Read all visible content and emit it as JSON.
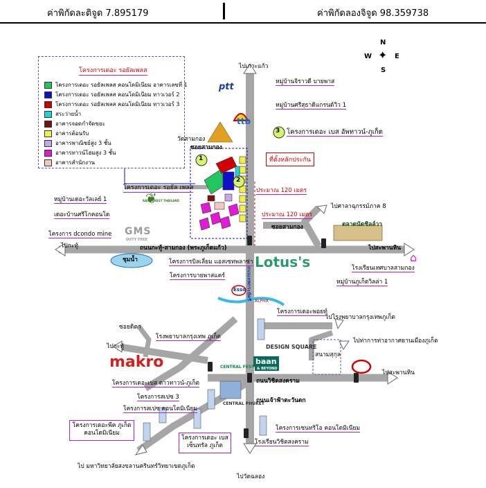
{
  "header": {
    "lat": "ค่าพิกัดละติจูด 7.895179",
    "lon": "ค่าพิกัดลองจิจูด 98.359738"
  },
  "compass": {
    "n": "N",
    "s": "S",
    "e": "E",
    "w": "W"
  },
  "legend": {
    "title": "โครงการเดอะ รอยัลเพลส",
    "items": [
      {
        "color": "#22c55e",
        "label": "โครงการเดอะ รอยัลเพลส คอนโดมิเนียม อาคารเลขที่ 1"
      },
      {
        "color": "#1010c8",
        "label": "โครงการเดอะ รอยัลเพลส คอนโดมิเนียม ทาวเวอร์ 2"
      },
      {
        "color": "#d00000",
        "label": "โครงการเดอะ รอยัลเพลส คอนโดมิเนียม ทาวเวอร์ 3"
      },
      {
        "color": "#22d3d3",
        "label": "สระว่ายน้ำ"
      },
      {
        "color": "#7a1010",
        "label": "อาคารจอดกำจัดขยะ"
      },
      {
        "color": "#f2ee4a",
        "label": "อาคารต้อนรับ"
      },
      {
        "color": "#c8a6e8",
        "label": "อาคารพาณิชย์สูง 3 ชั้น"
      },
      {
        "color": "#e21ad6",
        "label": "อาคารทาวน์โฮมสูง 3 ชั้น"
      },
      {
        "color": "#f4c7c7",
        "label": "อาคารสำนักงาน"
      }
    ]
  },
  "labels": {
    "to_ko_kaeo": "ไปเกาะแก้ว",
    "mu_ban_jirawadi": "หมู่บ้านจิราวดี บายพาส",
    "mu_ban_srisutha": "หมู่บ้านศรีสุธาดิแกรนด์วิว 1",
    "project_3": "โครงการเดอะ เบส อัพทาวน์-ภูเก็ต",
    "wat_samkong": "วัดสามกอง",
    "soi_samkong": "ซอยสามกอง",
    "site_location": "ที่ตั้งหลักประกัน",
    "dist_120_1": "ประมาณ 120 เมตร",
    "dist_120_2": "ประมาณ 120 เมตร",
    "to_sapan_hin": "ไปศาลาฉุกรรม์ภาค 8",
    "soi_samkong2": "ซอยสามกอง",
    "talad": "ตลาดนัดชิลล์วา",
    "project_road": "โครงการเดอะ รอยัล เพลส",
    "mu_ban_wadee": "หมู่บ้านเดอะวัลเลย์ 1",
    "the_bridge": "เดอะบ้านศรีโกคอนโด",
    "dcondo": "โครงการ dcondo mine",
    "to_kathu": "ไปกะทู้",
    "chum_nam": "ชุมน้ำ",
    "road_main": "ถนนกะทู้-สามกอง (พระภูเก็ตแก้ว)",
    "to_sam_kong": "ไปสะพานหิน",
    "lotus": "Lotus's",
    "school_tesaban": "โรงเรียนเทศบาลสามกอง",
    "mu_ban_phuket": "หมู่บ้านภูเก็ตวิลล่า 1",
    "project_millenium": "โครงการบิลเลี่ยม แอสเซทพลาซ่า",
    "project_bay": "โครงการบายพาสแคร์",
    "esso": "Esso",
    "project_dplus": "โครงการเดอะพอยท์",
    "to_bangkok_hospital": "ไปโรงพยาบาลกรุงเทพภูเก็ต",
    "soi_dita": "ซอยดิตา",
    "bangkok_hospital": "โรงพยาบาลกรุงเทพ ภูเก็ต",
    "to_kathu2": "ไปกะทู้",
    "design_square": "DESIGN SQUARE",
    "sanam_suk": "สนามสุกุล",
    "to_airport": "ไปท่าการท่าอากาศยานเมืองภูเก็ต",
    "to_sapanhin2": "ไปสะพานหิน",
    "makro": "makro",
    "central_festival": "CENTRAL FESTIVAL",
    "baan": "baan",
    "baan_sub": "& BEYOND",
    "project_uptown": "โครงการเดอะเบส ดาวทาวน์-ภูเก็ต",
    "road_wichit": "ถนนวิชิตสงคราม",
    "project_3level": "โครงการสเปซ 3",
    "project_space": "โครงการสเปซ คอนโดมิเนียม",
    "central_phuket": "CENTRAL PHUKET",
    "road_chaofa": "ถนนเจ้าฟ้าตะวันตก",
    "project_peak": "โครงการเดอะพีค ภูเก็ต คอนโดมิเนียม",
    "project_base_central": "โครงการเดอะ เบส เซ็นทรัล ภูเก็ต",
    "project_sun": "โครงการเซนทริโอ คอนโดมิเนียม",
    "school_wichit": "โรงเรียนวิชิตสงคราม",
    "to_psu": "ไป มหาวิทยาลัยสงขลานครินทร์วิทยาเขตภูเก็ต",
    "to_chalong": "ไปวัดฉลอง",
    "road_bypass": "ถนนเทพกระษัตรี",
    "gms": "GMS",
    "gms_sub": "DUTY FREE",
    "rainforest": "RAINFOREST THAILAND",
    "ptt": "ptt",
    "ttb": "ttb",
    "plot_1": "1",
    "plot_2": "2",
    "plot_3": "3",
    "alpha": "ALPHA"
  },
  "colors": {
    "road": "#a6a6a6",
    "road_edge": "#7d7d7d",
    "arrow_fill": "#ffffff",
    "water": "#38b8ef",
    "magenta": "#d020c8",
    "site_green": "#22c55e",
    "site_yellow": "#f2ee4a"
  }
}
